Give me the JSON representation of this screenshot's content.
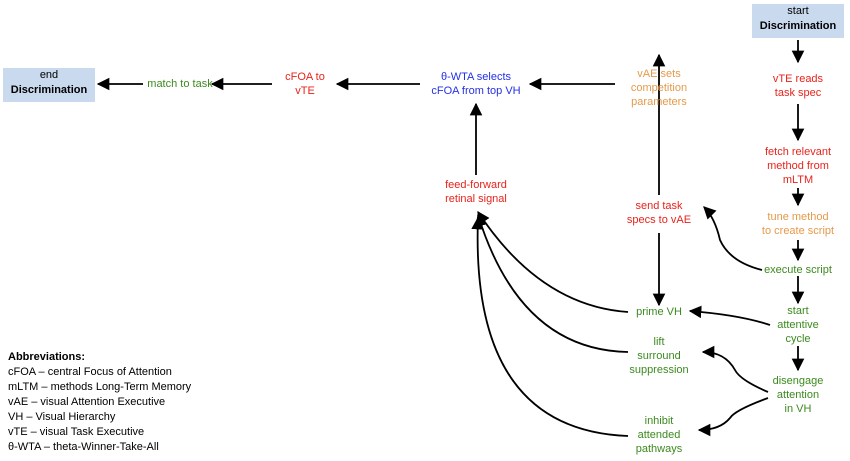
{
  "nodes": {
    "start": {
      "line1": "start",
      "line2": "Discrimination"
    },
    "end": {
      "line1": "end",
      "line2": "Discrimination"
    },
    "vte_reads": {
      "lines": [
        "vTE reads",
        "task spec"
      ]
    },
    "fetch": {
      "lines": [
        "fetch relevant",
        "method from",
        "mLTM"
      ]
    },
    "tune": {
      "lines": [
        "tune method",
        "to create script"
      ]
    },
    "execute": {
      "lines": [
        "execute script"
      ]
    },
    "start_cycle": {
      "lines": [
        "start",
        "attentive",
        "cycle"
      ]
    },
    "disengage": {
      "lines": [
        "disengage",
        "attention",
        "in VH"
      ]
    },
    "send_specs": {
      "lines": [
        "send task",
        "specs to vAE"
      ]
    },
    "vae_sets": {
      "lines": [
        "vAE sets",
        "competition",
        "parameters"
      ]
    },
    "prime": {
      "lines": [
        "prime VH"
      ]
    },
    "lift": {
      "lines": [
        "lift",
        "surround",
        "suppression"
      ]
    },
    "inhibit": {
      "lines": [
        "inhibit",
        "attended",
        "pathways"
      ]
    },
    "feedforward": {
      "lines": [
        "feed-forward",
        "retinal signal"
      ]
    },
    "wta": {
      "lines": [
        "θ-WTA selects",
        "cFOA from top VH"
      ]
    },
    "cfoa_vte": {
      "lines": [
        "cFOA to",
        "vTE"
      ]
    },
    "match": {
      "lines": [
        "match to task"
      ]
    }
  },
  "abbreviations": {
    "heading": "Abbreviations:",
    "items": [
      "cFOA – central Focus of Attention",
      "mLTM – methods Long-Term Memory",
      "vAE – visual Attention Executive",
      "VH – Visual Hierarchy",
      "vTE – visual Task Executive",
      "θ-WTA – theta-Winner-Take-All"
    ]
  },
  "colors": {
    "red": "#e8231c",
    "green": "#3c8a1f",
    "orange": "#e59a4a",
    "blue": "#2430e6",
    "box_fill": "#c9d9ee"
  }
}
